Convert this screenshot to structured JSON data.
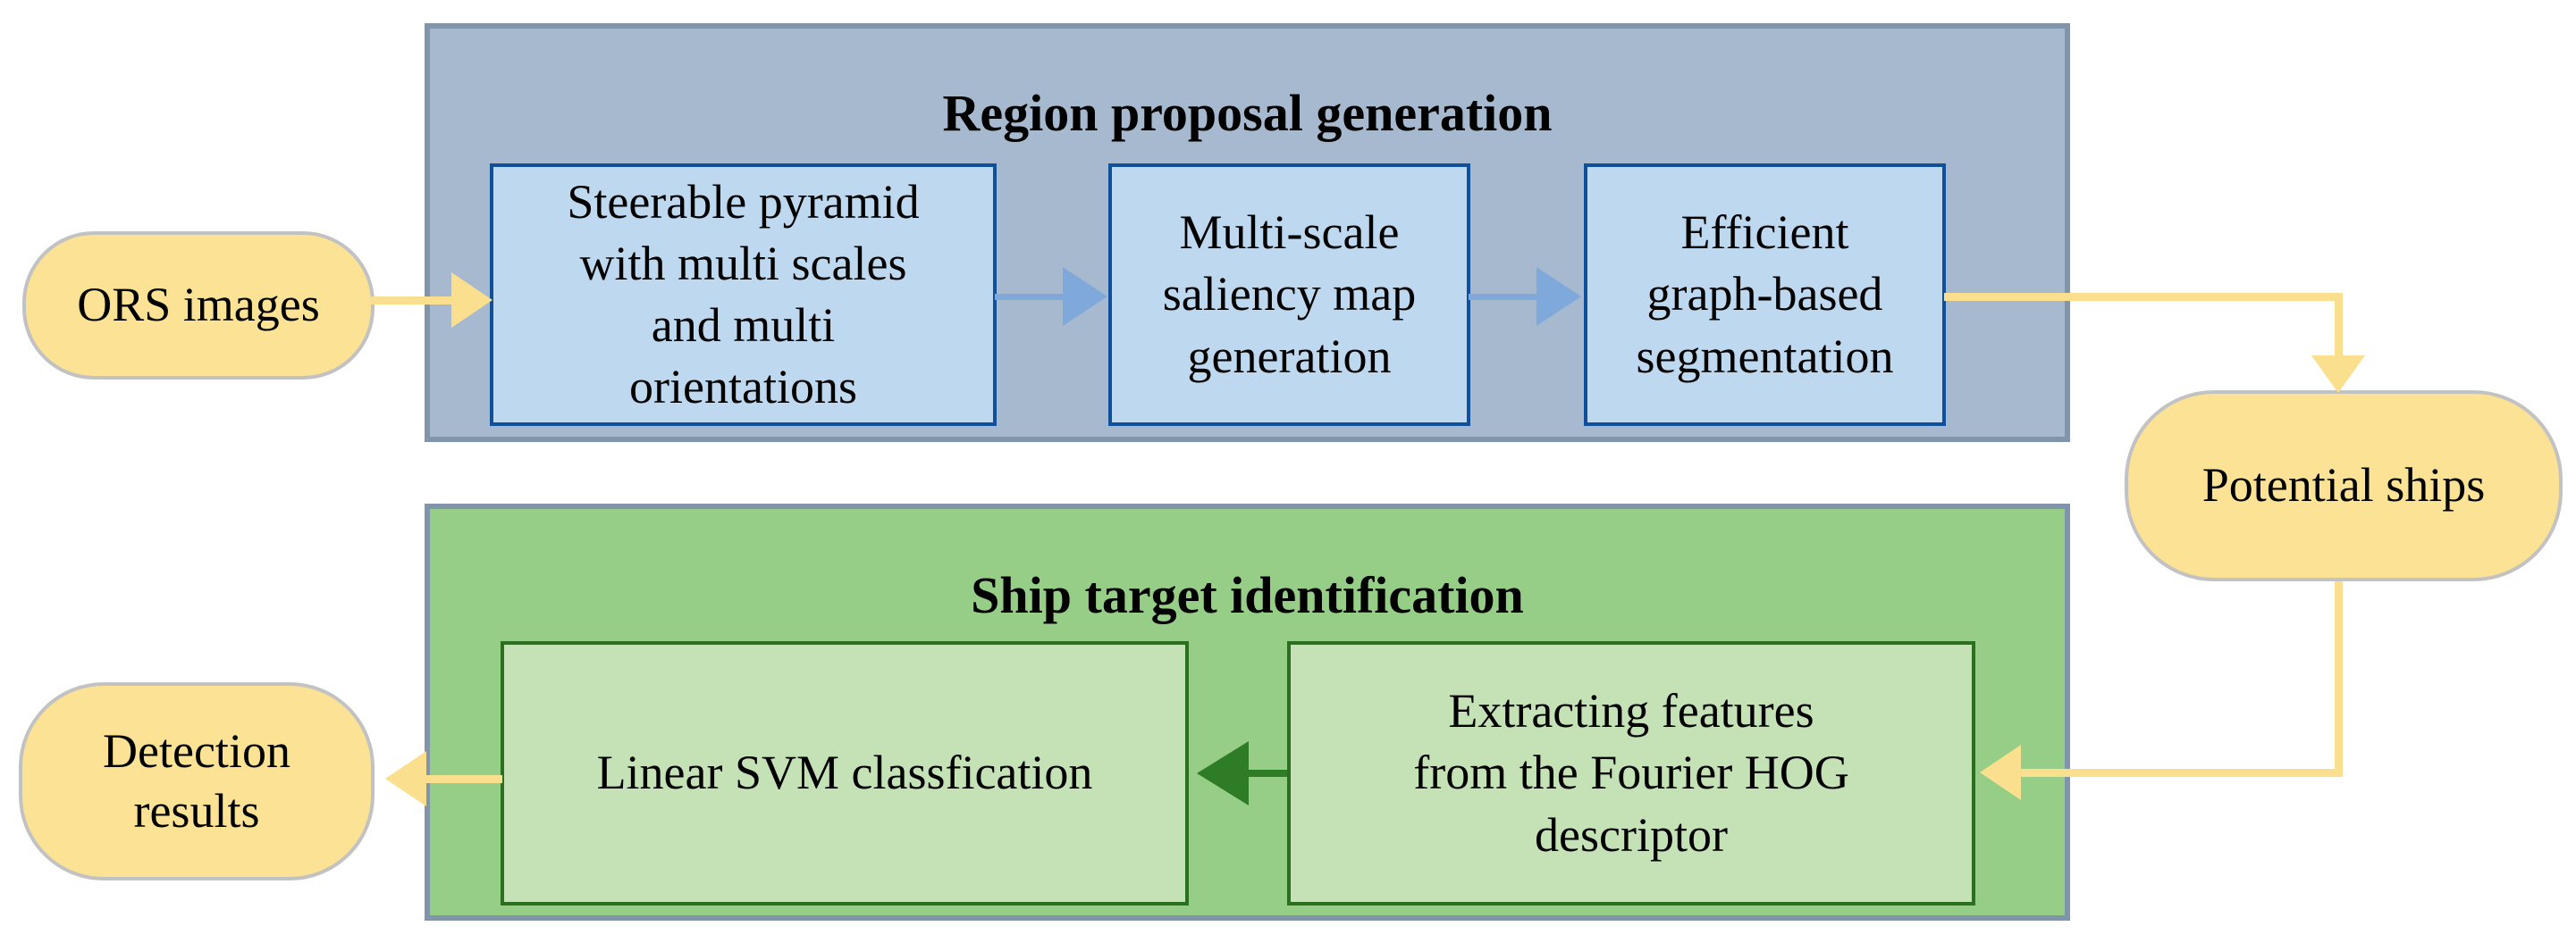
{
  "figure": {
    "type": "flowchart",
    "description": "Ship detection pipeline flowchart with region proposal generation and ship target identification stages"
  },
  "nodes": {
    "ors": {
      "label": "ORS images"
    },
    "potential_ships": {
      "label": "Potential ships"
    },
    "detection_results": {
      "label": "Detection\nresults"
    }
  },
  "region_proposal": {
    "title": "Region proposal generation",
    "steps": [
      {
        "label": "Steerable pyramid\nwith multi scales\nand multi\norientations"
      },
      {
        "label": "Multi-scale\nsaliency map\ngeneration"
      },
      {
        "label": "Efficient\ngraph-based\nsegmentation"
      }
    ]
  },
  "ship_target": {
    "title": "Ship target identification",
    "steps": [
      {
        "label": "Linear SVM classfication"
      },
      {
        "label": "Extracting features\nfrom the Fourier HOG\ndescriptor"
      }
    ]
  },
  "colors": {
    "container_border": "#8094aa",
    "region_proposal_fill": "#a7b9ce",
    "ship_target_fill": "#96ce87",
    "blue_box_fill": "#bdd8ef",
    "blue_box_border": "#10509b",
    "green_box_fill": "#c4e2b6",
    "green_box_border": "#2a701f",
    "bubble_fill": "#fce295",
    "bubble_border": "#c2c2c2",
    "yellow_arrow": "#fae08e",
    "blue_arrow": "#7fa9db",
    "green_arrow": "#2e7d26"
  }
}
